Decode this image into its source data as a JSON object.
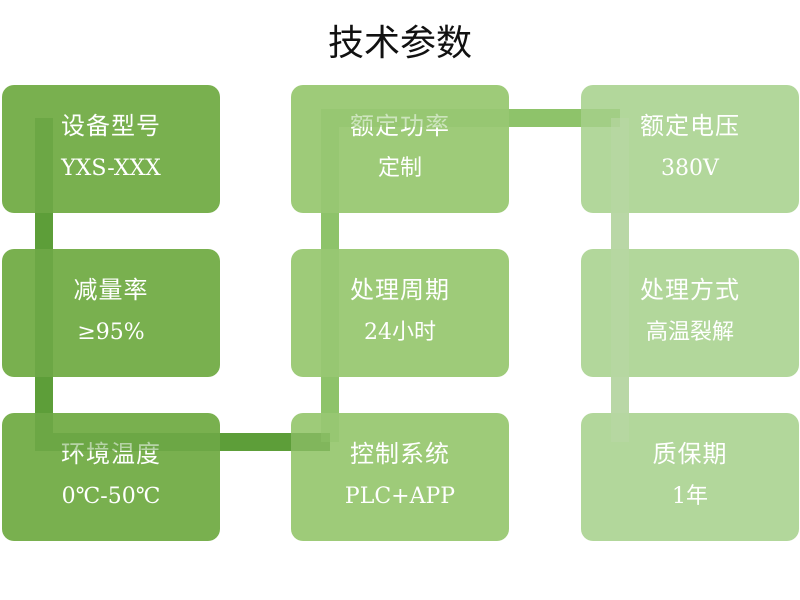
{
  "title": "技术参数",
  "cards": [
    {
      "label": "设备型号",
      "value": "YXS-XXX"
    },
    {
      "label": "额定功率",
      "value": "定制"
    },
    {
      "label": "额定电压",
      "value": "380V"
    },
    {
      "label": "减量率",
      "value": "≥95%"
    },
    {
      "label": "处理周期",
      "value": "24小时"
    },
    {
      "label": "处理方式",
      "value": "高温裂解"
    },
    {
      "label": "环境温度",
      "value": "0℃-50℃"
    },
    {
      "label": "控制系统",
      "value": "PLC+APP"
    },
    {
      "label": "质保期",
      "value": "1年"
    }
  ],
  "colors": {
    "card_dark": "#79b04f",
    "card_mid": "#9ecb79",
    "card_light": "#b2d79b",
    "connector_dark": "#5e9e3a",
    "connector_mid": "#8fc36b",
    "connector_light": "#b9d7a6"
  }
}
